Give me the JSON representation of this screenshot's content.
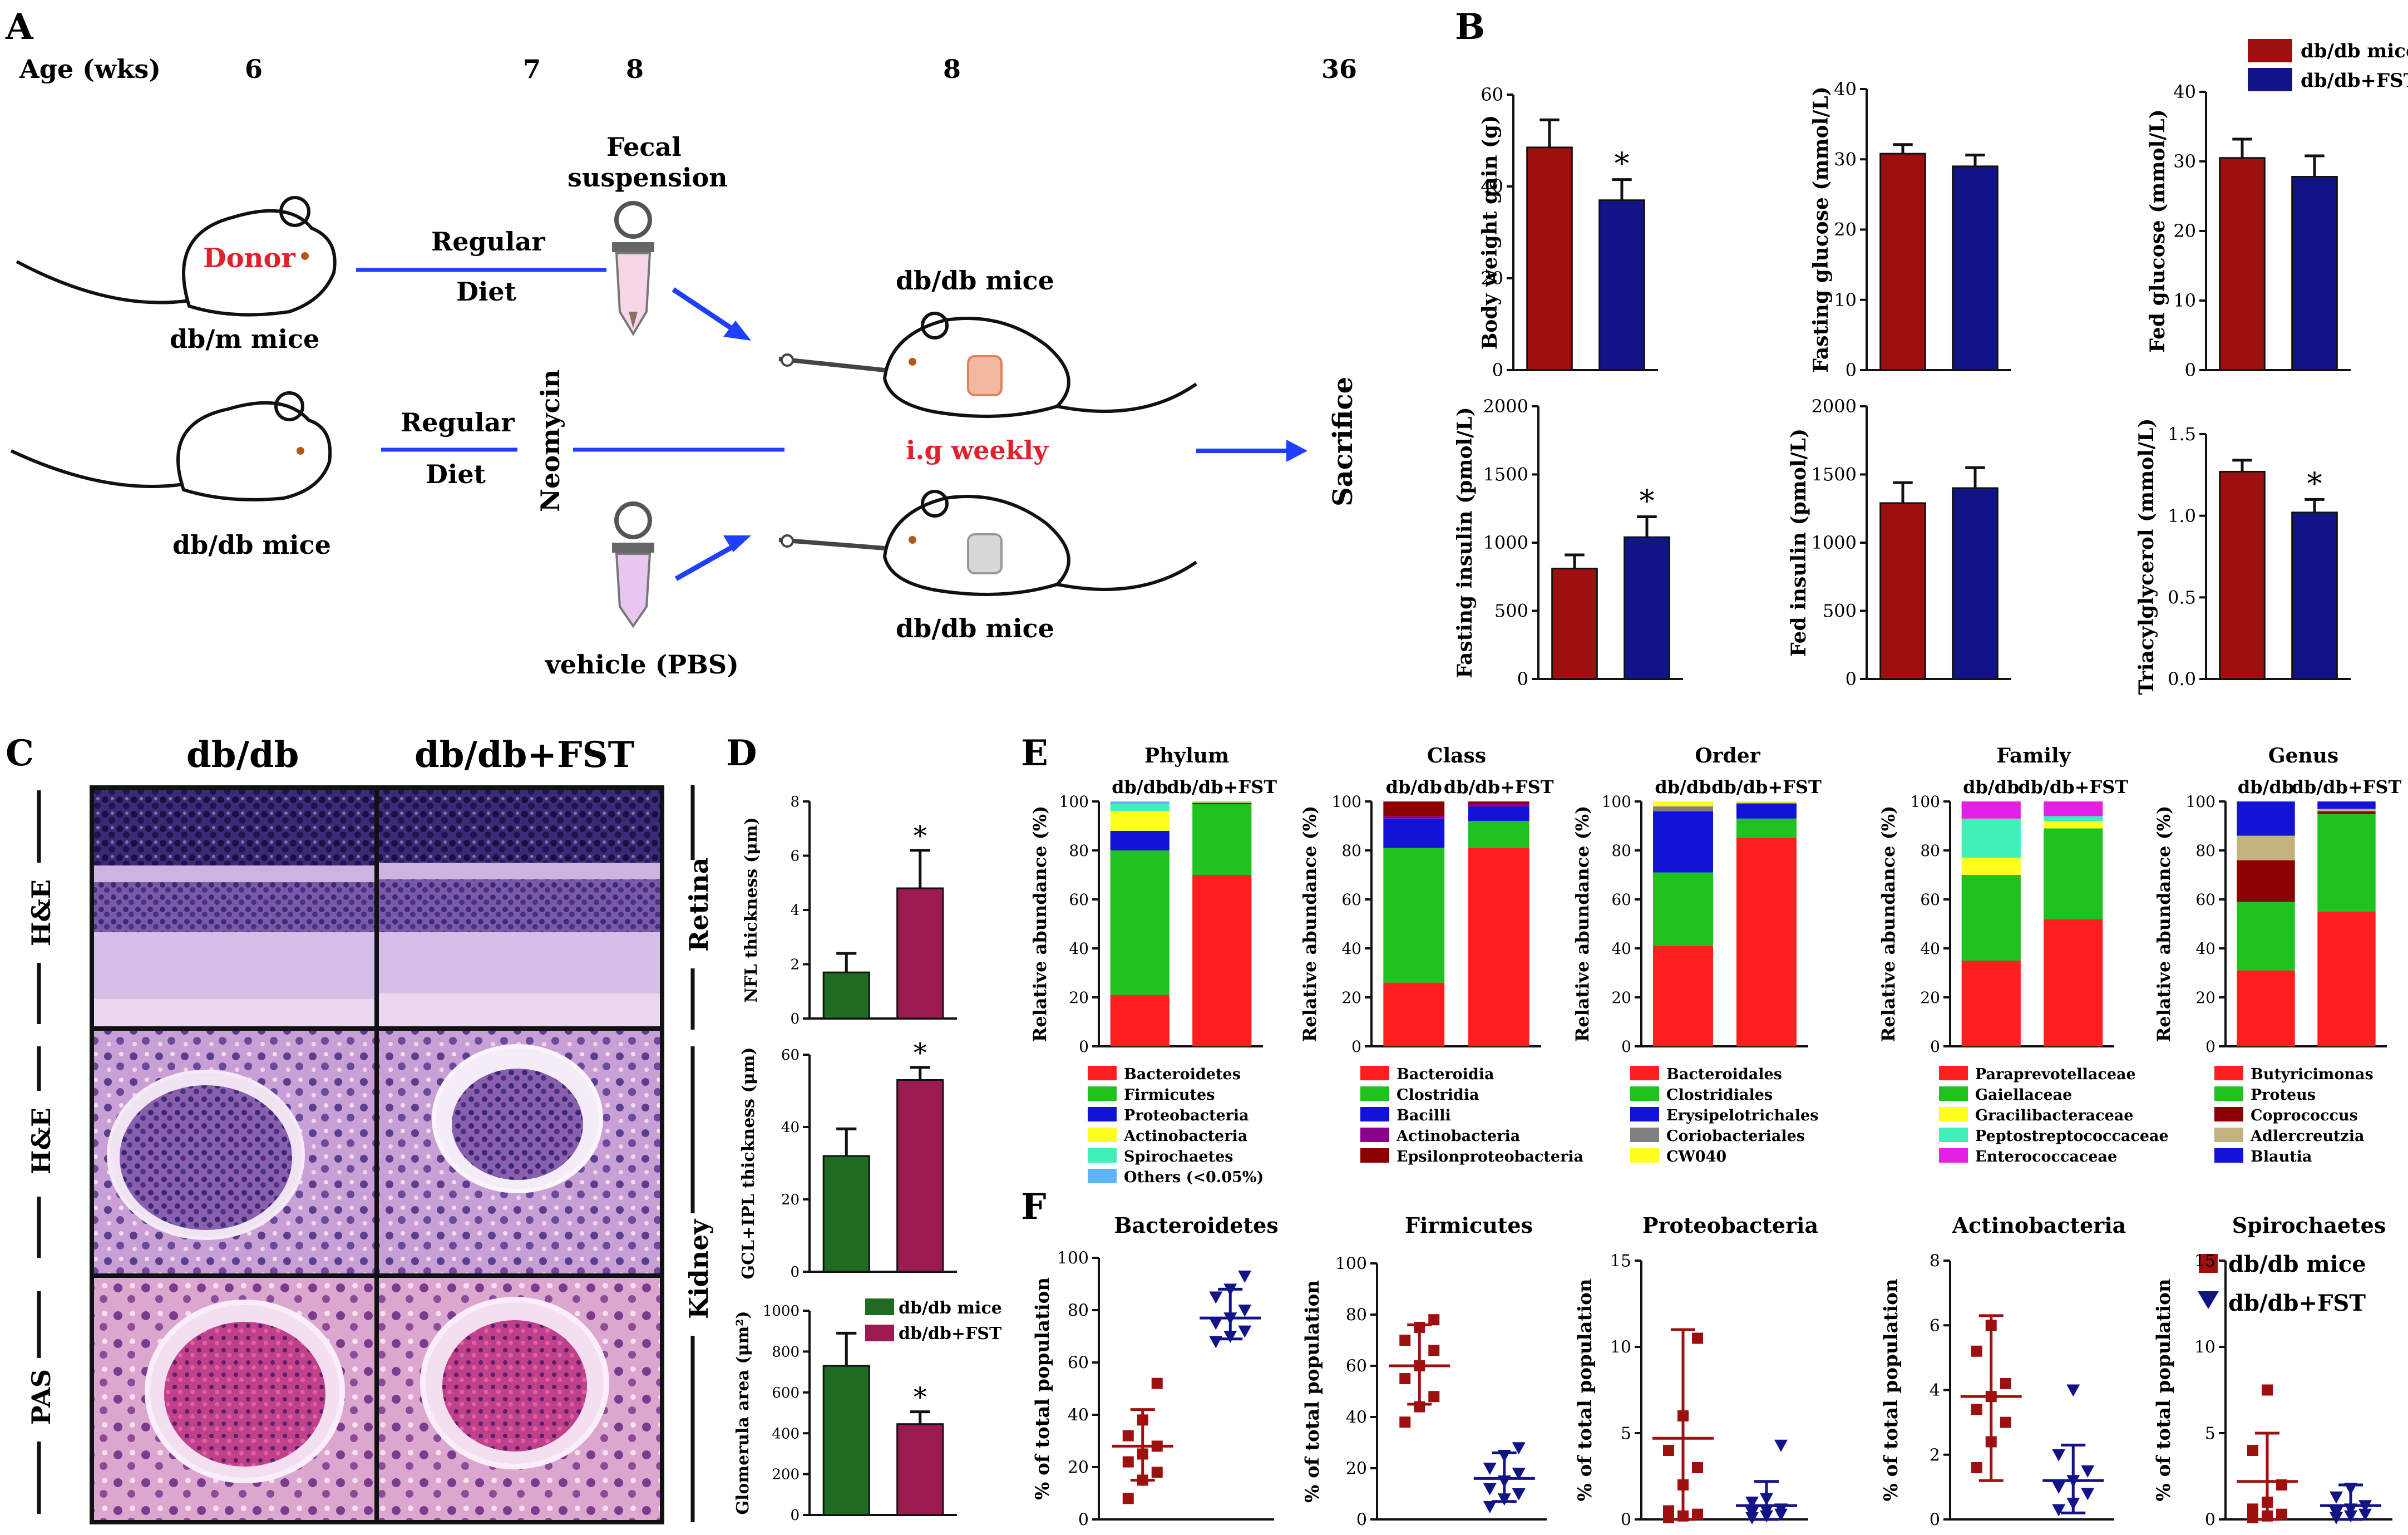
{
  "colors": {
    "dark_red": "#9e1010",
    "navy": "#131388",
    "green": "#1f6b22",
    "magenta": "#9b1b4f",
    "bact_red": "#ff1f1f",
    "firm_green": "#1fc21f",
    "proteo_blue": "#1313d8",
    "actino_yellow": "#ffff1f",
    "spiro_teal": "#3ff0b9",
    "others_blue": "#5fb4ff",
    "purple": "#8b008b",
    "darkred2": "#8b0000",
    "grey": "#7f7f7f",
    "tan": "#c2b280",
    "magenta2": "#e320e3",
    "line_blue": "#1f3fff",
    "donor_red": "#e0202a"
  },
  "panelA": {
    "label": "A",
    "age_label": "Age (wks)",
    "ages": [
      "6",
      "7",
      "8",
      "8",
      "36"
    ],
    "donor": "Donor",
    "dbm": "db/m mice",
    "dbdb_left": "db/db mice",
    "regular1": "Regular",
    "diet1": "Diet",
    "regular2": "Regular",
    "diet2": "Diet",
    "neomycin": "Neomycin",
    "fecal1": "Fecal",
    "fecal2": "suspension",
    "dbdb_top": "db/db mice",
    "ig": "i.g weekly",
    "dbdb_bottom": "db/db mice",
    "vehicle": "vehicle (PBS)",
    "sacrifice": "Sacrifice"
  },
  "panelB": {
    "label": "B",
    "legend": [
      "db/db mice",
      "db/db+FST"
    ]
  },
  "panelC": {
    "label": "C",
    "cols": [
      "db/db",
      "db/db+FST"
    ],
    "rows": [
      "H&E",
      "H&E",
      "PAS"
    ],
    "retina": "Retina",
    "kidney": "Kidney"
  },
  "panelD": {
    "label": "D",
    "legend": [
      "db/db mice",
      "db/db+FST"
    ]
  },
  "panelE": {
    "label": "E"
  },
  "panelF": {
    "label": "F",
    "legend": [
      "db/db mice",
      "db/db+FST"
    ]
  },
  "chart_data": [
    {
      "id": "B1",
      "type": "bar",
      "categories": [
        "db/db mice",
        "db/db+FST"
      ],
      "values": [
        48.5,
        37
      ],
      "errors": [
        6,
        4.5
      ],
      "ylabel": "Body weight gain (g)",
      "ylim": [
        0,
        60
      ],
      "ticks": [
        0,
        20,
        40,
        60
      ],
      "sig": [
        false,
        true
      ]
    },
    {
      "id": "B2",
      "type": "bar",
      "categories": [
        "db/db mice",
        "db/db+FST"
      ],
      "values": [
        30.8,
        29
      ],
      "errors": [
        1.3,
        1.6
      ],
      "ylabel": "Fasting glucose (mmol/L)",
      "ylim": [
        0,
        40
      ],
      "ticks": [
        0,
        10,
        20,
        30,
        40
      ],
      "sig": [
        false,
        false
      ]
    },
    {
      "id": "B3",
      "type": "bar",
      "categories": [
        "db/db mice",
        "db/db+FST"
      ],
      "values": [
        30.5,
        27.8
      ],
      "errors": [
        2.7,
        3
      ],
      "ylabel": "Fed glucose (mmol/L)",
      "ylim": [
        0,
        40
      ],
      "ticks": [
        0,
        10,
        20,
        30,
        40
      ],
      "sig": [
        false,
        false
      ]
    },
    {
      "id": "B4",
      "type": "bar",
      "categories": [
        "db/db mice",
        "db/db+FST"
      ],
      "values": [
        810,
        1040
      ],
      "errors": [
        100,
        150
      ],
      "ylabel": "Fasting insulin (pmol/L)",
      "ylim": [
        0,
        2000
      ],
      "ticks": [
        0,
        500,
        1000,
        1500,
        2000
      ],
      "sig": [
        false,
        true
      ]
    },
    {
      "id": "B5",
      "type": "bar",
      "categories": [
        "db/db mice",
        "db/db+FST"
      ],
      "values": [
        1290,
        1400
      ],
      "errors": [
        150,
        150
      ],
      "ylabel": "Fed insulin (pmol/L)",
      "ylim": [
        0,
        2000
      ],
      "ticks": [
        0,
        500,
        1000,
        1500,
        2000
      ],
      "sig": [
        false,
        false
      ]
    },
    {
      "id": "B6",
      "type": "bar",
      "categories": [
        "db/db mice",
        "db/db+FST"
      ],
      "values": [
        1.27,
        1.02
      ],
      "errors": [
        0.07,
        0.08
      ],
      "ylabel": "Triacylglycerol (mmol/L)",
      "ylim": [
        0,
        1.5
      ],
      "ticks": [
        0.0,
        0.5,
        1.0,
        1.5
      ],
      "sig": [
        false,
        true
      ]
    },
    {
      "id": "D1",
      "type": "bar",
      "categories": [
        "db/db mice",
        "db/db+FST"
      ],
      "values": [
        1.7,
        4.8
      ],
      "errors": [
        0.7,
        1.4
      ],
      "ylabel": "NFL thickness (μm)",
      "ylim": [
        0,
        8
      ],
      "ticks": [
        0,
        2,
        4,
        6,
        8
      ],
      "sig": [
        false,
        true
      ]
    },
    {
      "id": "D2",
      "type": "bar",
      "categories": [
        "db/db mice",
        "db/db+FST"
      ],
      "values": [
        32,
        53
      ],
      "errors": [
        7.5,
        3.5
      ],
      "ylabel": "GCL+IPL thickness (μm)",
      "ylim": [
        0,
        60
      ],
      "ticks": [
        0,
        20,
        40,
        60
      ],
      "sig": [
        false,
        true
      ]
    },
    {
      "id": "D3",
      "type": "bar",
      "categories": [
        "db/db mice",
        "db/db+FST"
      ],
      "values": [
        730,
        445
      ],
      "errors": [
        160,
        60
      ],
      "ylabel": "Glomerula area (μm²)",
      "ylim": [
        0,
        1000
      ],
      "ticks": [
        0,
        200,
        400,
        600,
        800,
        1000
      ],
      "sig": [
        false,
        true
      ]
    },
    {
      "id": "E1",
      "type": "bar",
      "title": "Phylum",
      "categories": [
        "db/db",
        "db/db+FST"
      ],
      "ylabel": "Relative abundance (%)",
      "ylim": [
        0,
        100
      ],
      "ticks": [
        0,
        20,
        40,
        60,
        80,
        100
      ],
      "series": [
        {
          "name": "Bacteroidetes",
          "values": [
            21,
            70
          ]
        },
        {
          "name": "Firmicutes",
          "values": [
            59,
            29
          ]
        },
        {
          "name": "Proteobacteria",
          "values": [
            8,
            0.5
          ]
        },
        {
          "name": "Actinobacteria",
          "values": [
            8,
            0.3
          ]
        },
        {
          "name": "Spirochaetes",
          "values": [
            3,
            0.1
          ]
        },
        {
          "name": "Others (<0.05%)",
          "values": [
            1,
            0.1
          ]
        }
      ]
    },
    {
      "id": "E2",
      "type": "bar",
      "title": "Class",
      "categories": [
        "db/db",
        "db/db+FST"
      ],
      "ylabel": "Relative abundance (%)",
      "ylim": [
        0,
        100
      ],
      "ticks": [
        0,
        20,
        40,
        60,
        80,
        100
      ],
      "series": [
        {
          "name": "Bacteroidia",
          "values": [
            26,
            81
          ]
        },
        {
          "name": "Clostridia",
          "values": [
            55,
            11
          ]
        },
        {
          "name": "Bacilli",
          "values": [
            12,
            6
          ]
        },
        {
          "name": "Actinobacteria",
          "values": [
            1,
            1
          ]
        },
        {
          "name": "Epsilonproteobacteria",
          "values": [
            6,
            1
          ]
        }
      ]
    },
    {
      "id": "E3",
      "type": "bar",
      "title": "Order",
      "categories": [
        "db/db",
        "db/db+FST"
      ],
      "ylabel": "Relative abundance (%)",
      "ylim": [
        0,
        100
      ],
      "ticks": [
        0,
        20,
        40,
        60,
        80,
        100
      ],
      "series": [
        {
          "name": "Bacteroidales",
          "values": [
            41,
            85
          ]
        },
        {
          "name": "Clostridiales",
          "values": [
            30,
            8
          ]
        },
        {
          "name": "Erysipelotrichales",
          "values": [
            25,
            6
          ]
        },
        {
          "name": "Coriobacteriales",
          "values": [
            2,
            0.5
          ]
        },
        {
          "name": "CW040",
          "values": [
            2,
            0.5
          ]
        }
      ]
    },
    {
      "id": "E4",
      "type": "bar",
      "title": "Family",
      "categories": [
        "db/db",
        "db/db+FST"
      ],
      "ylabel": "Relative abundance (%)",
      "ylim": [
        0,
        100
      ],
      "ticks": [
        0,
        20,
        40,
        60,
        80,
        100
      ],
      "series": [
        {
          "name": "Paraprevotellaceae",
          "values": [
            35,
            52
          ]
        },
        {
          "name": "Gaiellaceae",
          "values": [
            35,
            37
          ]
        },
        {
          "name": "Gracilibacteraceae",
          "values": [
            7,
            3
          ]
        },
        {
          "name": "Peptostreptococcaceae",
          "values": [
            16,
            2
          ]
        },
        {
          "name": "Enterococcaceae",
          "values": [
            7,
            6
          ]
        }
      ]
    },
    {
      "id": "E5",
      "type": "bar",
      "title": "Genus",
      "categories": [
        "db/db",
        "db/db+FST"
      ],
      "ylabel": "Relative abundance (%)",
      "ylim": [
        0,
        100
      ],
      "ticks": [
        0,
        20,
        40,
        60,
        80,
        100
      ],
      "series": [
        {
          "name": "Butyricimonas",
          "values": [
            31,
            55
          ]
        },
        {
          "name": "Proteus",
          "values": [
            28,
            40
          ]
        },
        {
          "name": "Coprococcus",
          "values": [
            17,
            1
          ]
        },
        {
          "name": "Adlercreutzia",
          "values": [
            10,
            1
          ]
        },
        {
          "name": "Blautia",
          "values": [
            14,
            3
          ]
        }
      ]
    },
    {
      "id": "F1",
      "type": "scatter",
      "title": "Bacteroidetes",
      "categories": [
        "db/db mice",
        "db/db+FST"
      ],
      "ylabel": "% of total population",
      "ylim": [
        0,
        100
      ],
      "ticks": [
        0,
        20,
        40,
        60,
        80,
        100
      ],
      "series": [
        {
          "name": "db/db mice",
          "values": [
            8,
            15,
            18,
            22,
            25,
            28,
            32,
            38,
            52
          ],
          "mean": 28,
          "sd": [
            15,
            42
          ]
        },
        {
          "name": "db/db+FST",
          "values": [
            68,
            70,
            72,
            75,
            77,
            80,
            85,
            88,
            93
          ],
          "mean": 77,
          "sd": [
            69,
            88
          ]
        }
      ]
    },
    {
      "id": "F2",
      "type": "scatter",
      "title": "Firmicutes",
      "categories": [
        "db/db mice",
        "db/db+FST"
      ],
      "ylabel": "% of total population",
      "ylim": [
        0,
        100
      ],
      "ticks": [
        0,
        20,
        40,
        60,
        80,
        100
      ],
      "series": [
        {
          "name": "db/db mice",
          "values": [
            38,
            44,
            48,
            55,
            60,
            66,
            70,
            75,
            78
          ],
          "mean": 60,
          "sd": [
            45,
            76
          ]
        },
        {
          "name": "db/db+FST",
          "values": [
            5,
            8,
            10,
            12,
            15,
            18,
            20,
            25,
            28
          ],
          "mean": 16,
          "sd": [
            7,
            26
          ]
        }
      ]
    },
    {
      "id": "F3",
      "type": "scatter",
      "title": "Proteobacteria",
      "categories": [
        "db/db mice",
        "db/db+FST"
      ],
      "ylabel": "% of total population",
      "ylim": [
        0,
        15
      ],
      "ticks": [
        0,
        5,
        10,
        15
      ],
      "series": [
        {
          "name": "db/db mice",
          "values": [
            0.1,
            0.2,
            0.3,
            0.5,
            2,
            3,
            4,
            6,
            10.5
          ],
          "mean": 4.7,
          "sd": [
            0,
            11
          ]
        },
        {
          "name": "db/db+FST",
          "values": [
            0.1,
            0.2,
            0.3,
            0.4,
            0.5,
            0.6,
            1,
            1.2,
            4.3
          ],
          "mean": 0.8,
          "sd": [
            0,
            2.2
          ]
        }
      ]
    },
    {
      "id": "F4",
      "type": "scatter",
      "title": "Actinobacteria",
      "categories": [
        "db/db mice",
        "db/db+FST"
      ],
      "ylabel": "% of total population",
      "ylim": [
        0,
        8
      ],
      "ticks": [
        0,
        2,
        4,
        6,
        8
      ],
      "series": [
        {
          "name": "db/db mice",
          "values": [
            1.6,
            2.4,
            3.0,
            3.4,
            3.8,
            4.2,
            5.2,
            6.0
          ],
          "mean": 3.8,
          "sd": [
            1.2,
            6.3
          ]
        },
        {
          "name": "db/db+FST",
          "values": [
            0.3,
            0.5,
            0.8,
            1.0,
            1.2,
            1.5,
            2.0,
            4.0
          ],
          "mean": 1.2,
          "sd": [
            0.2,
            2.3
          ]
        }
      ]
    },
    {
      "id": "F5",
      "type": "scatter",
      "title": "Spirochaetes",
      "categories": [
        "db/db mice",
        "db/db+FST"
      ],
      "ylabel": "% of total population",
      "ylim": [
        0,
        15
      ],
      "ticks": [
        0,
        5,
        10,
        15
      ],
      "series": [
        {
          "name": "db/db mice",
          "values": [
            0.1,
            0.2,
            0.3,
            0.6,
            1,
            2,
            4,
            7.5
          ],
          "mean": 2.2,
          "sd": [
            0,
            5
          ]
        },
        {
          "name": "db/db+FST",
          "values": [
            0.1,
            0.2,
            0.3,
            0.4,
            0.6,
            0.8,
            1.3,
            1.8
          ],
          "mean": 0.8,
          "sd": [
            0,
            2
          ]
        }
      ]
    }
  ]
}
